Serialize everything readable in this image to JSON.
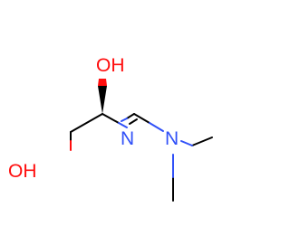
{
  "structure": {
    "atoms": [
      {
        "id": "oh_top",
        "label": "OH",
        "color": "#ff0d0d"
      },
      {
        "id": "oh_bottom",
        "label": "OH",
        "color": "#ff0d0d"
      },
      {
        "id": "n_imine",
        "label": "N",
        "color": "#3050f8"
      },
      {
        "id": "n_amine",
        "label": "N",
        "color": "#3050f8"
      }
    ],
    "bond_color": "#000000",
    "background": "#ffffff"
  }
}
